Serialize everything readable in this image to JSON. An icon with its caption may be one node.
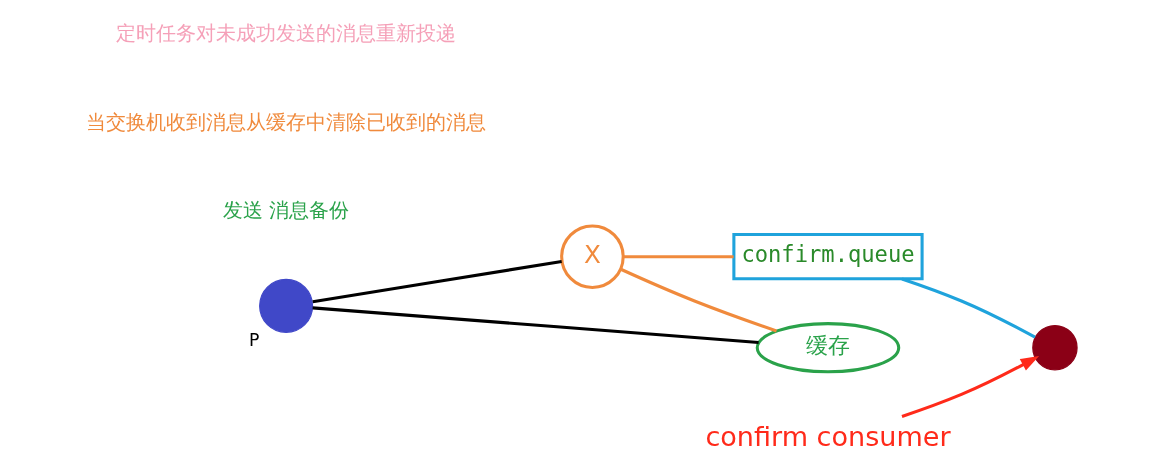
{
  "diagram": {
    "nodes": [
      {
        "text": [],
        "shape": "circle",
        "beside": [
          "P"
        ]
      },
      {
        "text": [
          "X"
        ]
      },
      {
        "text": [
          "confirm.queue"
        ]
      },
      {
        "text": [],
        "shape": "circle"
      },
      {
        "text": [
          "缓存"
        ]
      },
      {
        "text": [
          "confirm consumer"
        ]
      }
    ],
    "edges": [
      {
        "from": 0,
        "to": 1,
        "arrow": "none"
      },
      {
        "from": 0,
        "to": 4,
        "arrow": "none"
      },
      {
        "from": 1,
        "to": 2,
        "arrow": "none",
        "color": "#f08a3c"
      },
      {
        "from": 2,
        "to": 3,
        "arrow": "none",
        "color": "#1fa3dc"
      },
      {
        "from": 1,
        "to": 4,
        "arrow": "none",
        "color": "#f08a3c"
      },
      {
        "from": 5,
        "to": 3,
        "arrow": "to",
        "color": "#ff2a1a"
      }
    ],
    "labels": [
      "发送 消息备份",
      "当交换机收到消息从缓存中清除已收到的消息",
      "定时任务对未成功发送的消息重新投递"
    ]
  }
}
